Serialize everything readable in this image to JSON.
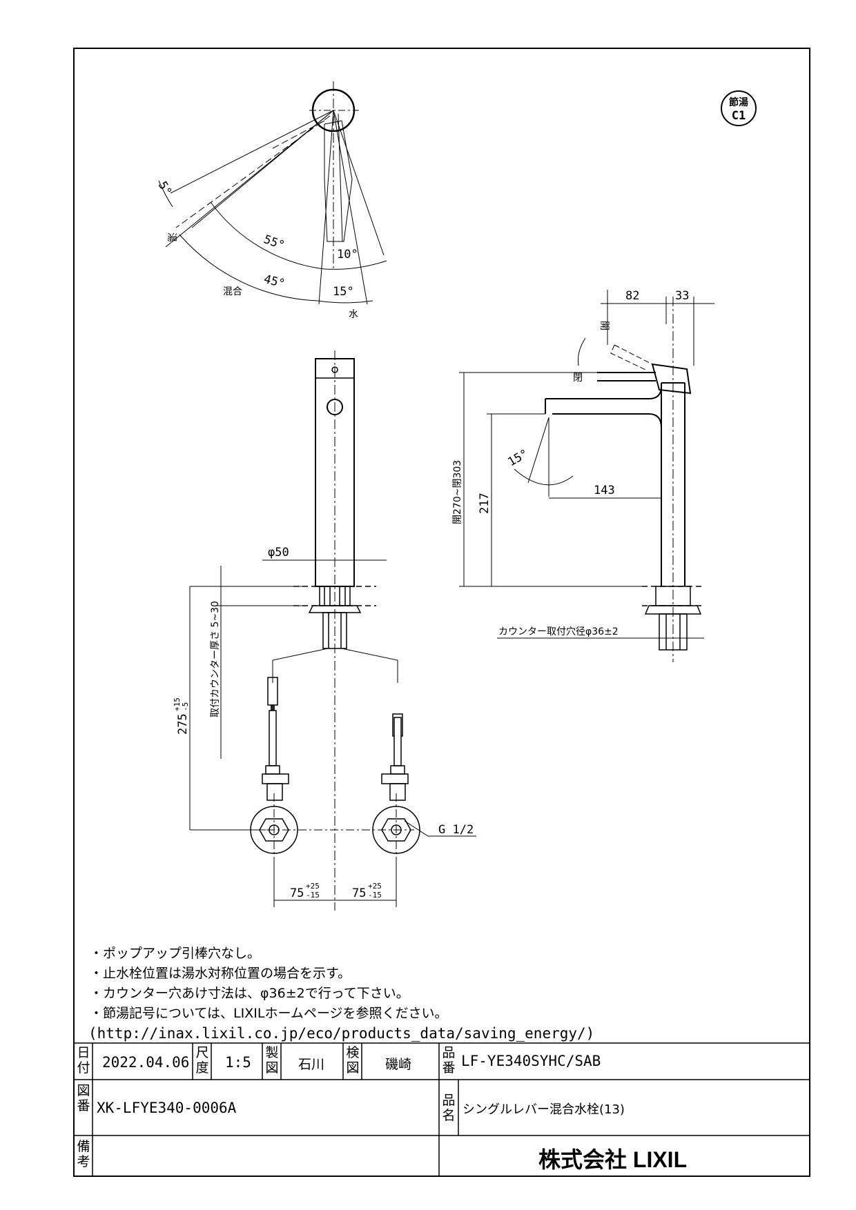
{
  "badge": {
    "top": "節湯",
    "bottom": "C1"
  },
  "top_view": {
    "angle_5": "5°",
    "angle_55": "55°",
    "angle_10": "10°",
    "angle_45": "45°",
    "angle_15": "15°",
    "label_hot": "湯",
    "label_mix": "混合",
    "label_water": "水"
  },
  "front_view": {
    "dia_50": "φ50",
    "counter_thickness": "取付カウンター厚さ 5~30",
    "length_275": "275",
    "length_275_tol_upper": "+15",
    "length_275_tol_lower": "-5",
    "spacing_left": "75",
    "spacing_right": "75",
    "spacing_tol_upper": "+25",
    "spacing_tol_lower": "-15",
    "thread": "G 1/2"
  },
  "side_view": {
    "dim_82": "82",
    "dim_33": "33",
    "label_open": "開",
    "label_close": "閉",
    "height_range": "開270~閉303",
    "dim_217": "217",
    "angle_15": "15°",
    "dim_143": "143",
    "counter_hole": "カウンター取付穴径φ36±2"
  },
  "notes": [
    "・ポップアップ引棒穴なし。",
    "・止水栓位置は湯水対称位置の場合を示す。",
    "・カウンター穴あけ寸法は、φ36±2で行って下さい。",
    "・節湯記号については、LIXILホームページを参照ください。",
    "(http://inax.lixil.co.jp/eco/products_data/saving_energy/)"
  ],
  "title_block": {
    "date_label": "日付",
    "date": "2022.04.06",
    "scale_label": "尺度",
    "scale": "1:5",
    "drawn_label": "製図",
    "drawn_by": "石川",
    "checked_label": "検図",
    "checked_by": "磯崎",
    "product_no_label": "品番",
    "product_no": "LF-YE340SYHC/SAB",
    "drawing_no_label": "図番",
    "drawing_no": "XK-LFYE340-0006A",
    "product_name_label": "品名",
    "product_name": "シングルレバー混合水栓(13)",
    "remarks_label": "備考",
    "company": "株式会社 LIXIL"
  }
}
